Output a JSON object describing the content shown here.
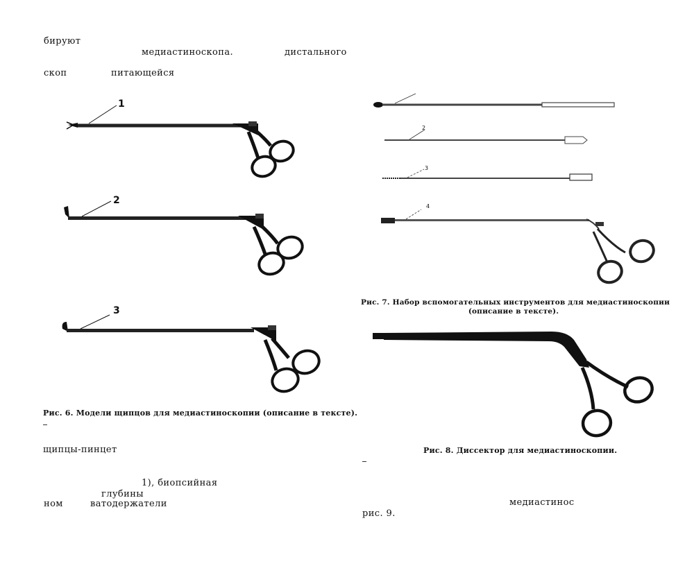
{
  "text_fragments": {
    "l1": "бируют",
    "l2": "медиастиноскопа.",
    "l3": "дистального",
    "l4": "скоп",
    "l5": "питающейся",
    "l6": "щипцы-пинцет",
    "l7": "1), биопсийная",
    "l8": "глубины",
    "l9": "ном",
    "l10": "ватодержатели",
    "r1": "медиастинос",
    "r2": "рис. 9."
  },
  "figures": {
    "fig6": {
      "caption": "Рис. 6. Модели щипцов для медиастиноскопии (описание в тексте).",
      "labels": [
        "1",
        "2",
        "3"
      ]
    },
    "fig7": {
      "caption_line1": "Рис. 7. Набор вспомогательных инструментов для медиастиноскопии",
      "caption_line2": "(описание в тексте).",
      "labels": [
        "2",
        "3",
        "4"
      ]
    },
    "fig8": {
      "caption": "Рис. 8. Диссектор для медиастиноскопии."
    }
  }
}
